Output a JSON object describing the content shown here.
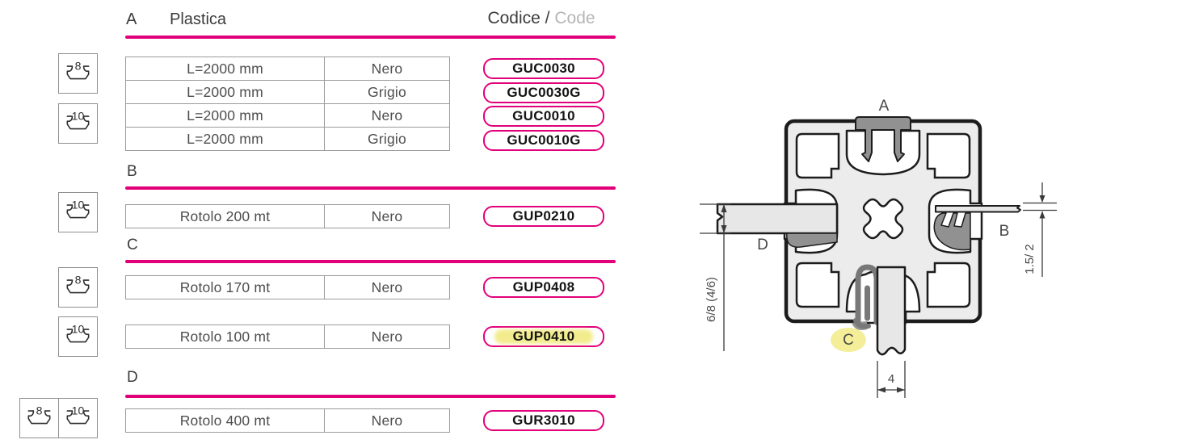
{
  "colors": {
    "accent": "#e2007a",
    "highlight": "#f3ec8e"
  },
  "header": {
    "section_letter": "A",
    "title": "Plastica",
    "code_label": "Codice /",
    "code_label_en": "Code"
  },
  "sections": [
    {
      "label": "A",
      "icons": [
        {
          "name": "slot-8",
          "value": "8"
        },
        {
          "name": "slot-10",
          "value": "10"
        }
      ],
      "rows": [
        {
          "size": "L=2000 mm",
          "color": "Nero",
          "code": "GUC0030",
          "highlighted": false
        },
        {
          "size": "L=2000 mm",
          "color": "Grigio",
          "code": "GUC0030G",
          "highlighted": false
        },
        {
          "size": "L=2000 mm",
          "color": "Nero",
          "code": "GUC0010",
          "highlighted": false
        },
        {
          "size": "L=2000 mm",
          "color": "Grigio",
          "code": "GUC0010G",
          "highlighted": false
        }
      ]
    },
    {
      "label": "B",
      "icons": [
        {
          "name": "slot-10",
          "value": "10"
        }
      ],
      "rows": [
        {
          "size": "Rotolo 200 mt",
          "color": "Nero",
          "code": "GUP0210",
          "highlighted": false
        }
      ]
    },
    {
      "label": "C",
      "icons": [
        {
          "name": "slot-8",
          "value": "8"
        },
        {
          "name": "slot-10",
          "value": "10"
        }
      ],
      "rows": [
        {
          "size": "Rotolo 170 mt",
          "color": "Nero",
          "code": "GUP0408",
          "highlighted": false
        },
        {
          "size": "Rotolo 100 mt",
          "color": "Nero",
          "code": "GUP0410",
          "highlighted": true
        }
      ]
    },
    {
      "label": "D",
      "icons": [
        {
          "name": "slot-8",
          "value": "8"
        },
        {
          "name": "slot-10",
          "value": "10"
        }
      ],
      "rows": [
        {
          "size": "Rotolo 400 mt",
          "color": "Nero",
          "code": "GUR3010",
          "highlighted": false
        }
      ]
    }
  ],
  "diagram": {
    "labels": {
      "top": "A",
      "right": "B",
      "bottom": "C",
      "left": "D"
    },
    "highlighted_label": "C",
    "dimensions": {
      "left_panel_thickness": "6/8 (4/6)",
      "right_panel_thickness": "1.5/ 2",
      "bottom_panel_width": "4"
    }
  }
}
